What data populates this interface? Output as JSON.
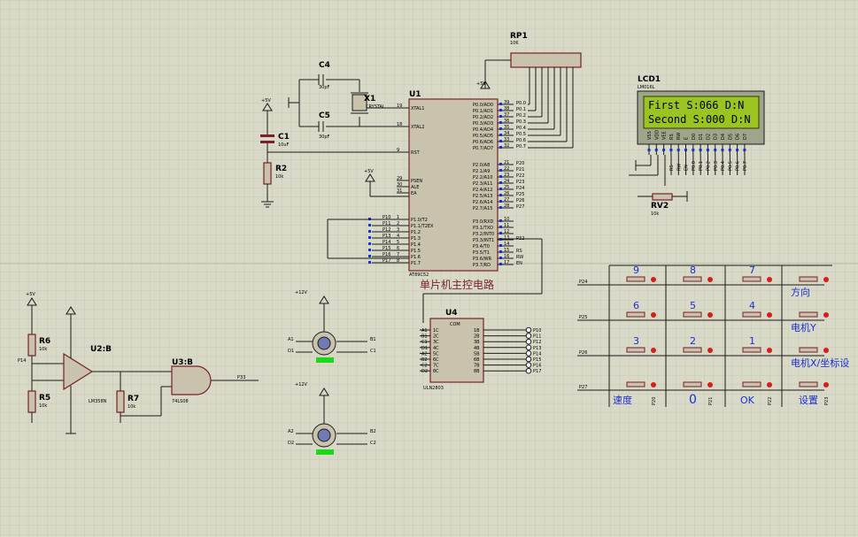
{
  "mcu": {
    "ref": "U1",
    "part": "AT89C52",
    "caption": "单片机主控电路",
    "left_pins": [
      "XTAL1",
      "XTAL2",
      "RST",
      "PSEN",
      "ALE",
      "EA",
      "P1.0/T2",
      "P1.1/T2EX",
      "P1.2",
      "P1.3",
      "P1.4",
      "P1.5",
      "P1.6",
      "P1.7"
    ],
    "left_pin_nums": [
      "19",
      "18",
      "9",
      "29",
      "30",
      "31",
      "1",
      "2",
      "3",
      "4",
      "5",
      "6",
      "7",
      "8"
    ],
    "p1_nets": [
      "P10",
      "P11",
      "P12",
      "P13",
      "P14",
      "P15",
      "P16",
      "P17"
    ],
    "right_pins_p0": [
      "P0.0/AD0",
      "P0.1/AD1",
      "P0.2/AD2",
      "P0.3/AD3",
      "P0.4/AD4",
      "P0.5/AD5",
      "P0.6/AD6",
      "P0.7/AD7"
    ],
    "p0_nums": [
      "39",
      "38",
      "37",
      "36",
      "35",
      "34",
      "33",
      "32"
    ],
    "p0_nets": [
      "P0.0",
      "P0.1",
      "P0.2",
      "P0.3",
      "P0.4",
      "P0.5",
      "P0.6",
      "P0.7"
    ],
    "right_pins_p2": [
      "P2.0/A8",
      "P2.1/A9",
      "P2.2/A10",
      "P2.3/A11",
      "P2.4/A12",
      "P2.5/A13",
      "P2.6/A14",
      "P2.7/A15"
    ],
    "p2_nums": [
      "21",
      "22",
      "23",
      "24",
      "25",
      "26",
      "27",
      "28"
    ],
    "p2_nets": [
      "P20",
      "P21",
      "P22",
      "P23",
      "P24",
      "P25",
      "P26",
      "P27"
    ],
    "right_pins_p3": [
      "P3.0/RXD",
      "P3.1/TXD",
      "P3.2/INT0",
      "P3.3/INT1",
      "P3.4/T0",
      "P3.5/T1",
      "P3.6/WR",
      "P3.7/RD"
    ],
    "p3_nums": [
      "10",
      "11",
      "12",
      "13",
      "14",
      "15",
      "16",
      "17"
    ],
    "p3_nets": [
      "",
      "",
      "",
      "P32",
      "",
      "RS",
      "RW",
      "EN"
    ]
  },
  "rp1": {
    "ref": "RP1",
    "value": "10K"
  },
  "crystal": {
    "ref": "X1",
    "label": "CRYSTAL"
  },
  "c4": {
    "ref": "C4",
    "value": "30pF"
  },
  "c5": {
    "ref": "C5",
    "value": "30pF"
  },
  "c1": {
    "ref": "C1",
    "value": "10uF"
  },
  "r2": {
    "ref": "R2",
    "value": "10k"
  },
  "vcc": "+5V",
  "vcc12": "+12V",
  "lcd": {
    "ref": "LCD1",
    "part": "LM016L",
    "line1": "First S:066 D:N",
    "line2": "Second S:000 D:N",
    "pins": [
      "VSS",
      "VDD",
      "VEE",
      "RS",
      "RW",
      "E",
      "D0",
      "D1",
      "D2",
      "D3",
      "D4",
      "D5",
      "D6",
      "D7"
    ],
    "bottom_nets": [
      "RS",
      "RW",
      "EN",
      "P0.0",
      "P0.1",
      "P0.2",
      "P0.3",
      "P0.4",
      "P0.5",
      "P0.6",
      "P0.7"
    ]
  },
  "rv2": {
    "ref": "RV2",
    "value": "10k"
  },
  "comparator": {
    "r6": {
      "ref": "R6",
      "value": "10k"
    },
    "r5": {
      "ref": "R5",
      "value": "10k"
    },
    "r7": {
      "ref": "R7",
      "value": "10k"
    },
    "op": {
      "ref": "U2:B",
      "part": "LM358N"
    },
    "input_net": "P14",
    "gate": {
      "ref": "U3:B",
      "part": "74LS08"
    },
    "output_net": "P33"
  },
  "driver": {
    "ref": "U4",
    "part": "ULN2803",
    "com": "COM",
    "in_labels": [
      "1B",
      "2B",
      "3B",
      "4B",
      "5B",
      "6B",
      "7B",
      "8B"
    ],
    "out_labels": [
      "1C",
      "2C",
      "3C",
      "4C",
      "5C",
      "6C",
      "7C",
      "8C"
    ],
    "in_nets": [
      "A1",
      "B1",
      "C1",
      "D1",
      "A2",
      "B2",
      "C2",
      "D2"
    ],
    "out_nets": [
      "P10",
      "P11",
      "P12",
      "P13",
      "P14",
      "P15",
      "P16",
      "P17"
    ]
  },
  "motor1": {
    "nets": [
      "A1",
      "D1",
      "B1",
      "C1"
    ]
  },
  "motor2": {
    "nets": [
      "A2",
      "D2",
      "B2",
      "C2"
    ]
  },
  "keypad": {
    "row_nets": [
      "P24",
      "P25",
      "P26",
      "P27"
    ],
    "col_nets": [
      "P20",
      "P21",
      "P22",
      "P23"
    ],
    "keys": [
      [
        "9",
        "8",
        "7",
        ""
      ],
      [
        "6",
        "5",
        "4",
        ""
      ],
      [
        "3",
        "2",
        "1",
        ""
      ],
      [
        "",
        "",
        "",
        ""
      ]
    ],
    "side_labels": [
      "方向",
      "电机Y",
      "电机X/坐标设",
      ""
    ],
    "bottom_labels": [
      "速度",
      "0",
      "OK",
      "设置"
    ]
  }
}
